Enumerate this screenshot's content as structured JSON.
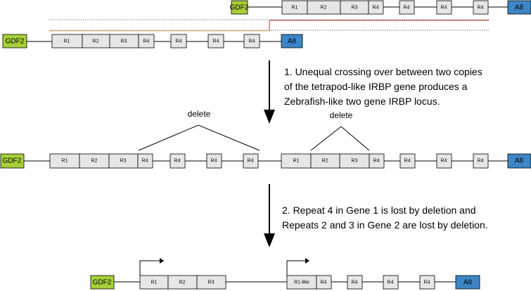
{
  "colors": {
    "gdf2": "#a6cf39",
    "a8": "#3d86c6",
    "repeat": "#e6e6e6",
    "crossover_line": "#c0392b",
    "tan_line": "#d9b46a"
  },
  "labels": {
    "gdf2": "GDF2",
    "a8": "A8",
    "r1": "R1",
    "r2": "R2",
    "r3": "R3",
    "r4": "R4",
    "r1_like": "R1-like"
  },
  "steps": {
    "step1": [
      "1. Unequal crossing over between two copies",
      "of the tetrapod-like IRBP gene produces a",
      "Zebrafish-like two gene IRBP locus."
    ],
    "step2": [
      "2. Repeat 4 in Gene 1 is lost by deletion and",
      "Repeats 2 and 3 in Gene 2 are lost by deletion."
    ]
  },
  "delete_label": "delete"
}
